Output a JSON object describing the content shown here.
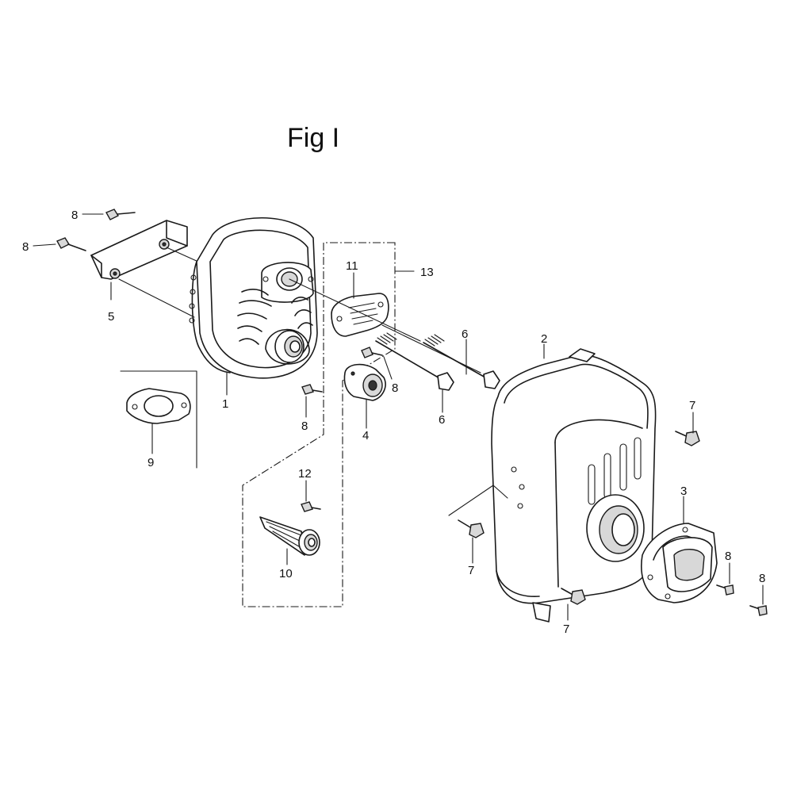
{
  "title": "Fig I",
  "callouts": {
    "c1": "1",
    "c2": "2",
    "c3": "3",
    "c4": "4",
    "c5": "5",
    "c6a": "6",
    "c6b": "6",
    "c7a": "7",
    "c7b": "7",
    "c7c": "7",
    "c8a": "8",
    "c8b": "8",
    "c8c": "8",
    "c8d": "8",
    "c8e": "8",
    "c8f": "8",
    "c9": "9",
    "c10": "10",
    "c11": "11",
    "c12": "12",
    "c13": "13"
  }
}
